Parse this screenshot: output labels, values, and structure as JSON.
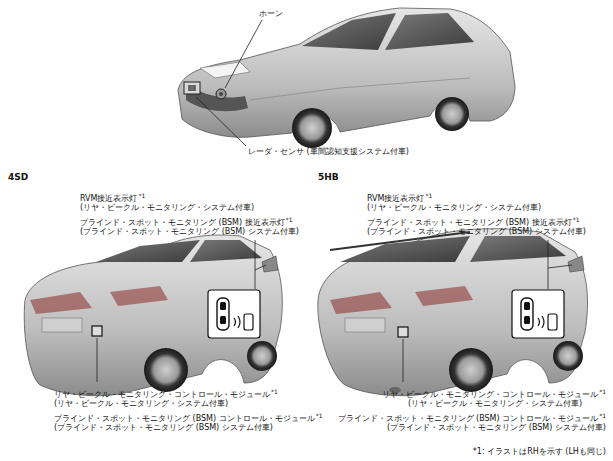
{
  "diagram": {
    "labels": [
      "ホーン",
      "レーダ・センサ (車間認知支援システム付車)",
      "4SD",
      "5HB",
      "RVM接近表示灯",
      "*1",
      "(リヤ・ビークル・モニタリング・システム付車)",
      "ブラインド・スポット・モニタリング (BSM) 接近表示灯",
      "*1",
      "(ブラインド・スポット・モニタリング (BSM) システム付車)",
      "RVM接近表示灯",
      "*1",
      "(リヤ・ビークル・モニタリング・システム付車)",
      "ブラインド・スポット・モニタリング (BSM) 接近表示灯",
      "*1",
      "(ブラインド・スポット・モニタリング (BSM) システム付車)",
      "リヤ・ビークル・モニタリング・コントロール・モジュール",
      "*1",
      "(リヤ・ビークル・モニタリング・システム付車)",
      "ブラインド・スポット・モニタリング (BSM) コントロール・モジュール",
      "*1",
      "(ブラインド・スポット・モニタリング (BSM) システム付車)",
      "リヤ・ビークル・モニタリング・コントロール・モジュール",
      "*1",
      "(リヤ・ビークル・モニタリング・システム付車)",
      "ブラインド・スポット・モニタリング (BSM) コントロール・モジュール",
      "*1",
      "(ブラインド・スポット・モニタリング (BSM) システム付車)",
      "*1: イラストはRHを示す (LHも同じ)"
    ]
  }
}
